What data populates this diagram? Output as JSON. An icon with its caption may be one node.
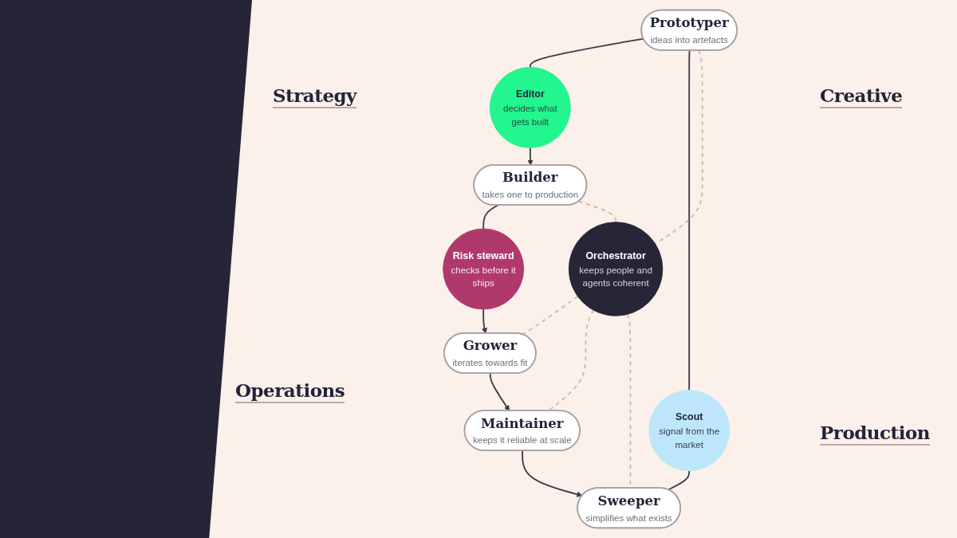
{
  "diagram": {
    "nodes": [
      {
        "text": [
          "Prototyper",
          "ideas into artefacts"
        ]
      },
      {
        "text": [
          "Scout",
          "signal from the market"
        ]
      },
      {
        "text": [
          "Editor",
          "decides what gets built"
        ]
      },
      {
        "text": [
          "Sweeper",
          "simplifies what exists"
        ]
      },
      {
        "text": [
          "Builder",
          "takes one to production"
        ]
      },
      {
        "text": [
          "Orchestrator",
          "keeps people and agents coherent"
        ]
      },
      {
        "text": [
          "Risk steward",
          "checks before it ships"
        ]
      },
      {
        "text": [
          "Maintainer",
          "keeps it reliable at scale"
        ]
      },
      {
        "text": [
          "Grower",
          "iterates towards fit"
        ]
      }
    ],
    "edges": [
      {
        "from": 0,
        "to": 2,
        "arrow": "none"
      },
      {
        "from": 2,
        "to": 4,
        "arrow": "to"
      },
      {
        "from": 4,
        "to": 6,
        "arrow": "none"
      },
      {
        "from": 6,
        "to": 8,
        "arrow": "to"
      },
      {
        "from": 8,
        "to": 7,
        "arrow": "to"
      },
      {
        "from": 7,
        "to": 3,
        "arrow": "to"
      },
      {
        "from": 1,
        "to": 3,
        "arrow": "none"
      },
      {
        "from": 0,
        "to": 1,
        "arrow": "none"
      },
      {
        "from": 0,
        "to": 5,
        "arrow": "none",
        "style": "dashed",
        "color": "#c9b9b1"
      },
      {
        "from": 4,
        "to": 5,
        "arrow": "none",
        "style": "dashed",
        "color": "#c9b9b1"
      },
      {
        "from": 5,
        "to": 8,
        "arrow": "none",
        "style": "dashed",
        "color": "#c9b9b1"
      },
      {
        "from": 5,
        "to": 7,
        "arrow": "none",
        "style": "dashed",
        "color": "#c9b9b1"
      },
      {
        "from": 5,
        "to": 3,
        "arrow": "none",
        "style": "dashed",
        "color": "#c9b9b1"
      }
    ],
    "labels": [
      "Strategy",
      "Creative",
      "Operations",
      "Production"
    ]
  }
}
